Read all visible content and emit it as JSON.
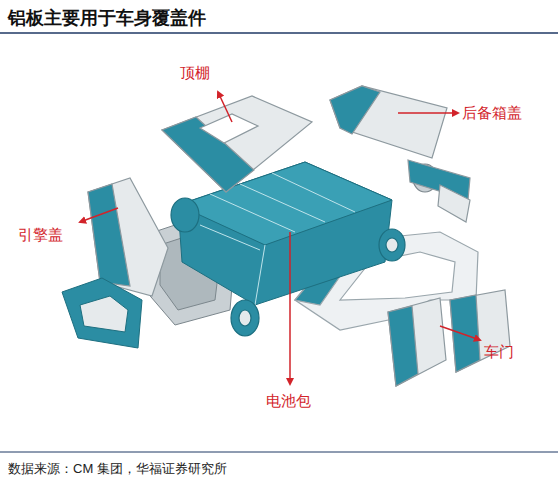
{
  "diagram": {
    "title": "铝板主要用于车身覆盖件",
    "caption": "数据来源：CM 集团，华福证券研究所",
    "labels": [
      "顶棚",
      "后备箱盖",
      "引擎盖",
      "电池包",
      "车门"
    ]
  }
}
